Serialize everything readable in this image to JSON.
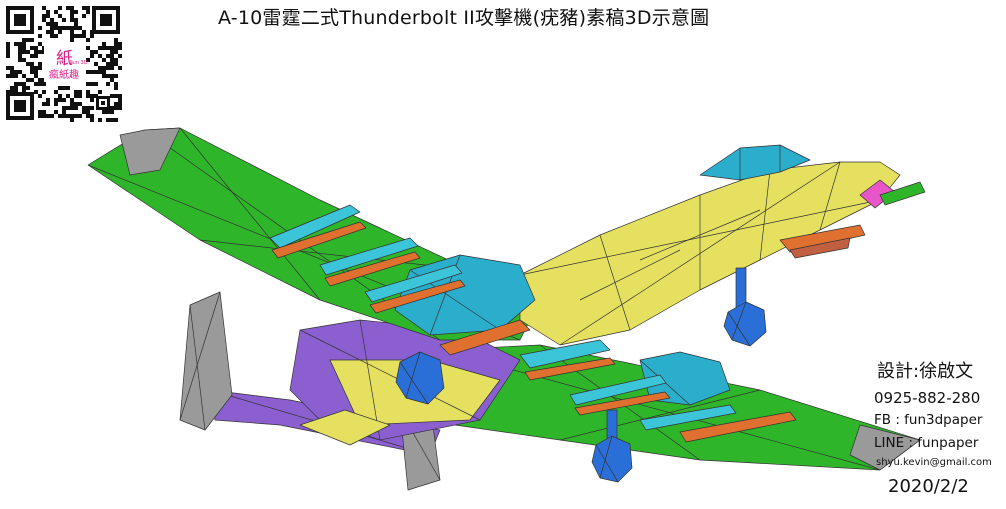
{
  "title": "A-10雷霆二式Thunderbolt II攻擊機(疣豬)素稿3D示意圖",
  "qr": {
    "logo_text": "紙",
    "logo_caption": "Fun 3D",
    "logo_subtext": "瘋紙趣"
  },
  "credits": {
    "designer": "設計:徐啟文",
    "phone": "0925-882-280",
    "fb": "FB : fun3dpaper",
    "line": "LINE : funpaper",
    "email": "shyu.kevin@gmail.com",
    "date": "2020/2/2"
  },
  "colors": {
    "wing": "#2fb52a",
    "fuselage": "#e6e060",
    "canopy": "#2aaecb",
    "tail": "#8b5fd0",
    "engine": "#2a6fd8",
    "missile": "#e07030",
    "pod": "#3cc4d8",
    "grey": "#9a9a9a",
    "accent": "#e855c8"
  }
}
